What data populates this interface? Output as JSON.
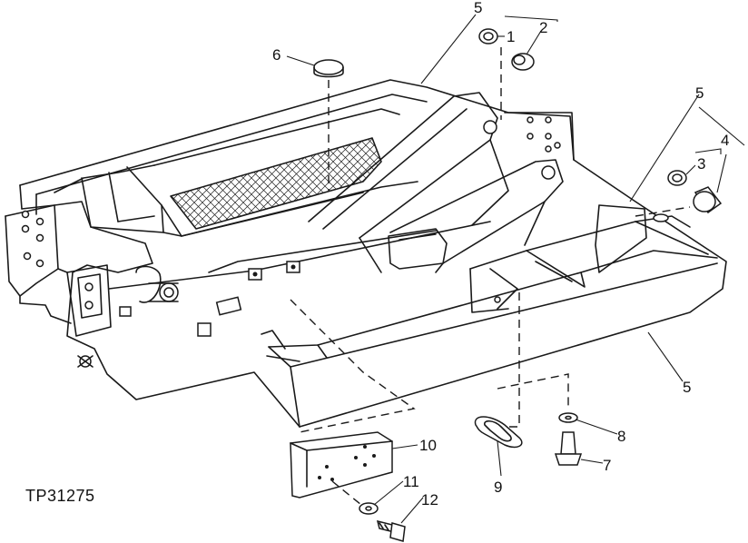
{
  "figure": {
    "reference_id": "TP31275"
  },
  "callouts": [
    {
      "id": "c5a",
      "label": "5"
    },
    {
      "id": "c1",
      "label": "1"
    },
    {
      "id": "c2",
      "label": "2"
    },
    {
      "id": "c6",
      "label": "6"
    },
    {
      "id": "c5b",
      "label": "5"
    },
    {
      "id": "c3",
      "label": "3"
    },
    {
      "id": "c4",
      "label": "4"
    },
    {
      "id": "c5c",
      "label": "5"
    },
    {
      "id": "c8",
      "label": "8"
    },
    {
      "id": "c7",
      "label": "7"
    },
    {
      "id": "c9",
      "label": "9"
    },
    {
      "id": "c10",
      "label": "10"
    },
    {
      "id": "c11",
      "label": "11"
    },
    {
      "id": "c12",
      "label": "12"
    }
  ]
}
